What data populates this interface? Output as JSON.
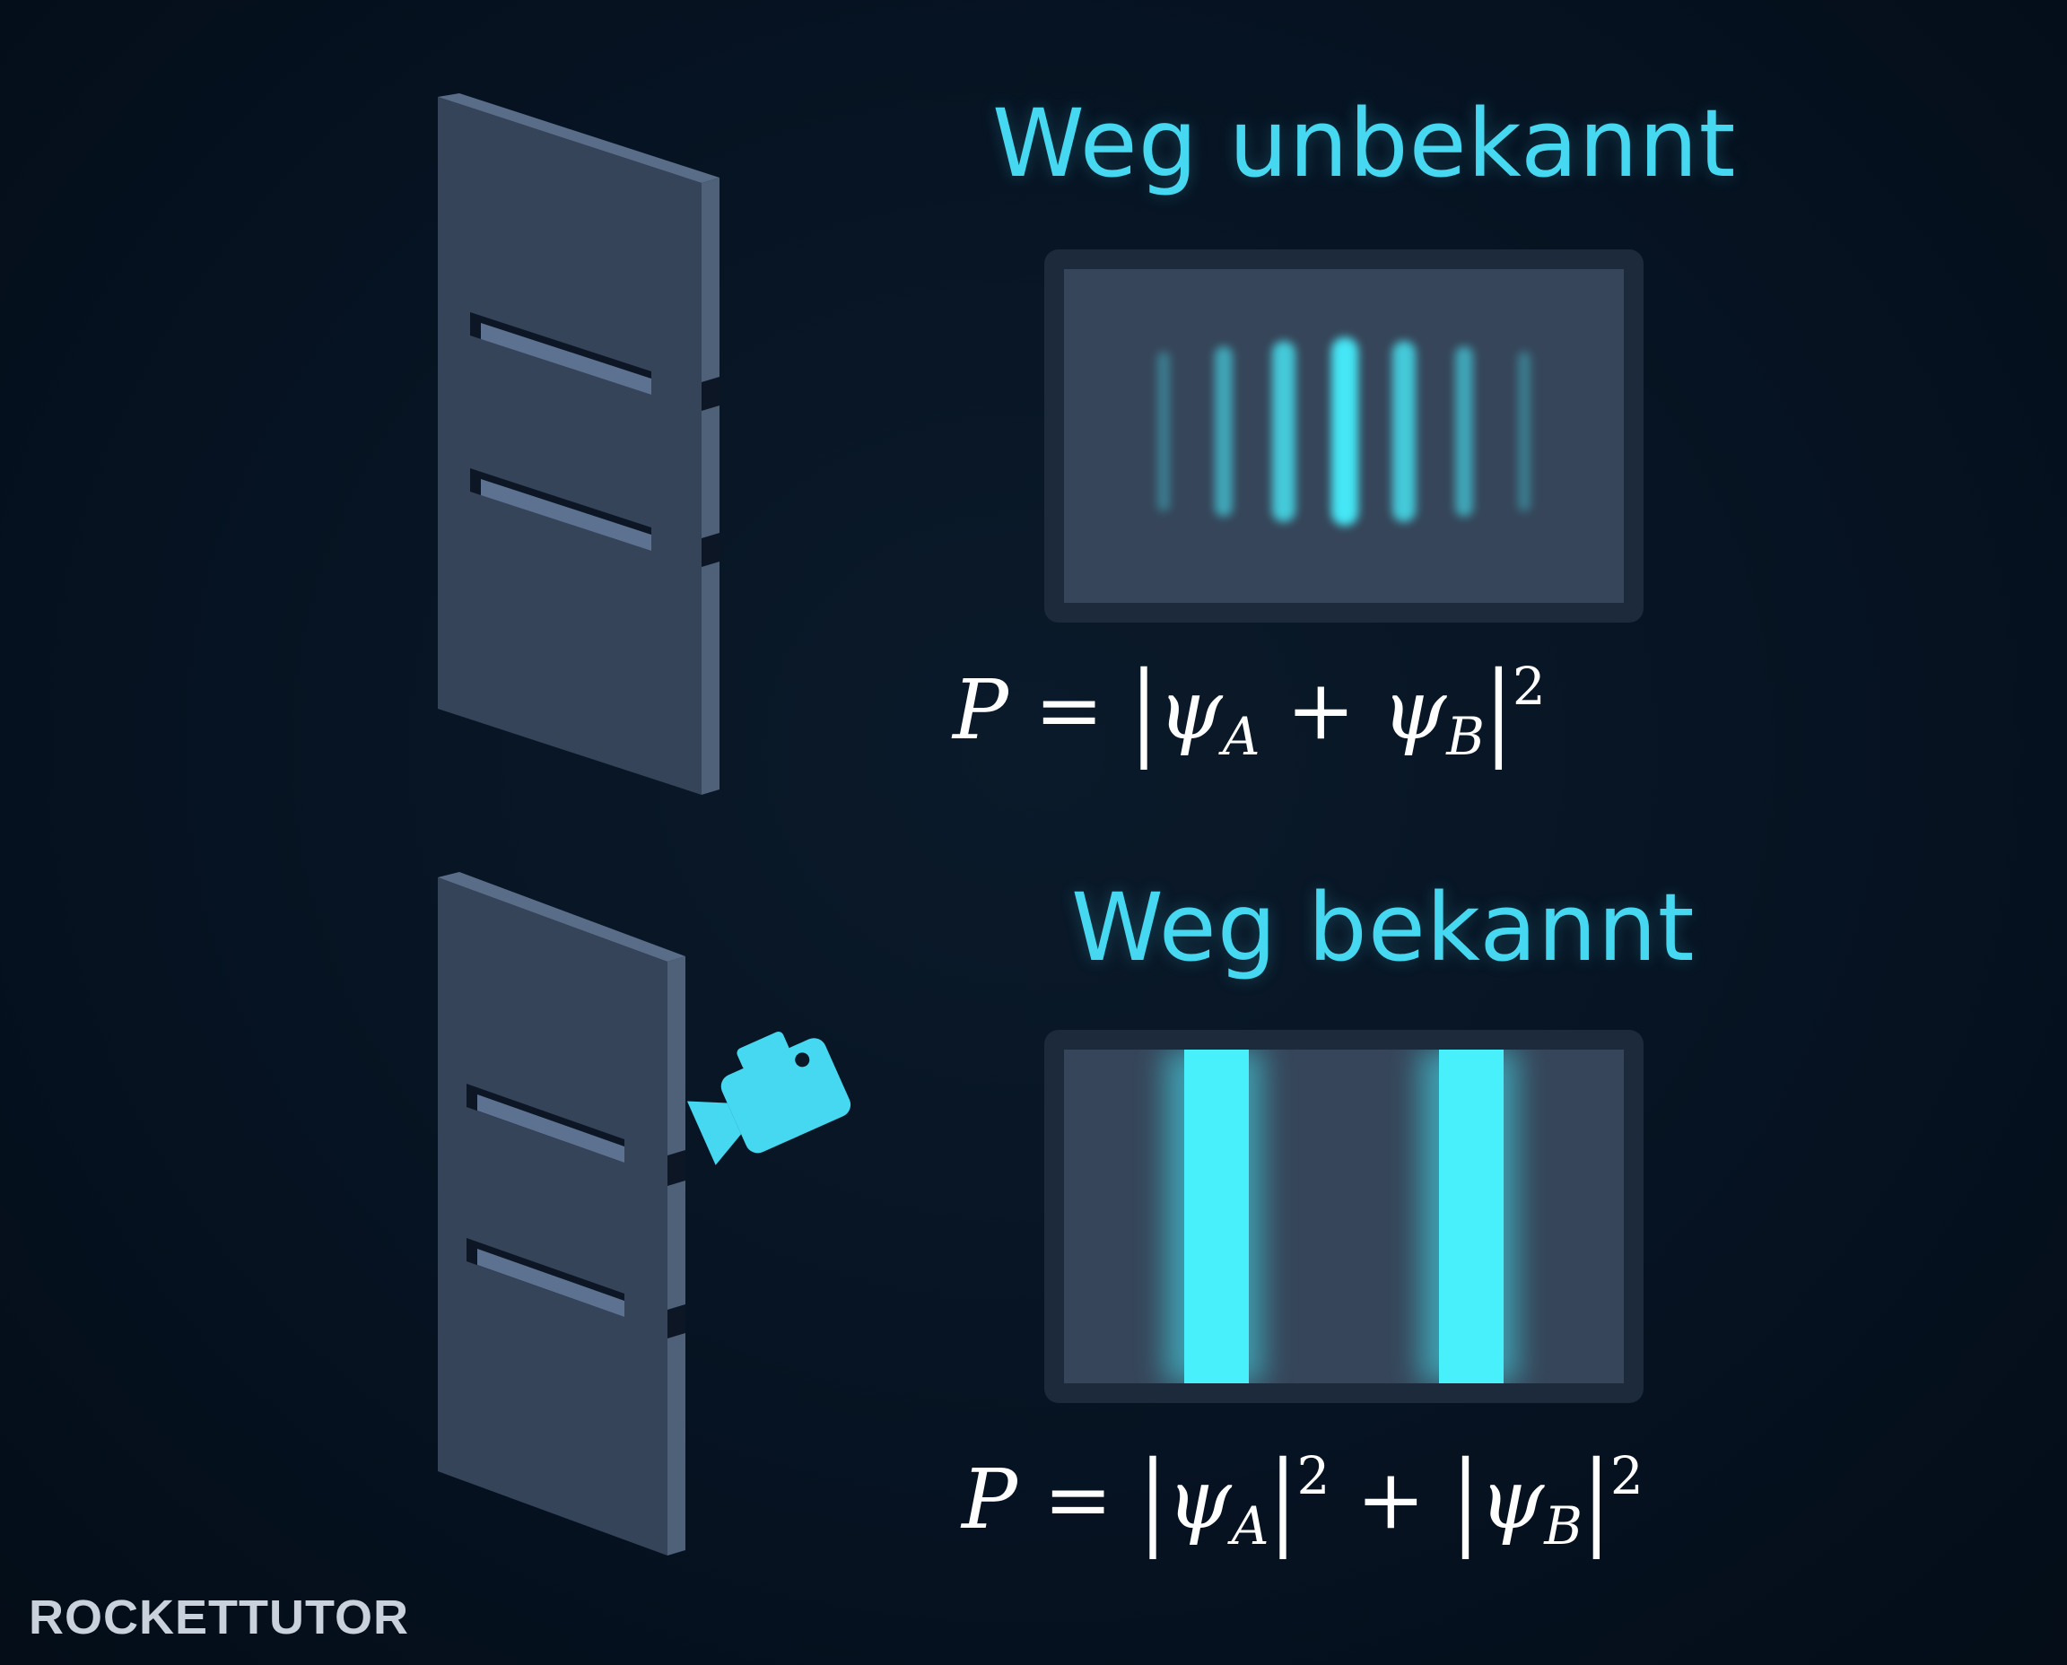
{
  "panels": [
    {
      "heading": "Weg unbekannt",
      "pattern": "interference",
      "formula": {
        "lhs": "P",
        "eq": "=",
        "psi": "ψ",
        "sub_a": "A",
        "plus": "+",
        "sub_b": "B",
        "exp": "2",
        "bar": "|"
      }
    },
    {
      "heading": "Weg bekannt",
      "pattern": "two-band",
      "formula": {
        "lhs": "P",
        "eq": "=",
        "psi": "ψ",
        "sub_a": "A",
        "plus": "+",
        "sub_b": "B",
        "exp": "2",
        "bar": "|"
      }
    }
  ],
  "logo": "ROCKETTUTOR",
  "colors": {
    "background": "#061220",
    "accent": "#45d8f0",
    "wall_face": "#36445a",
    "wall_edge": "#5a6d88",
    "screen_frame": "#1d2a3b",
    "screen_inner": "#364559"
  },
  "icons": {
    "detector": "video-camera-icon"
  }
}
